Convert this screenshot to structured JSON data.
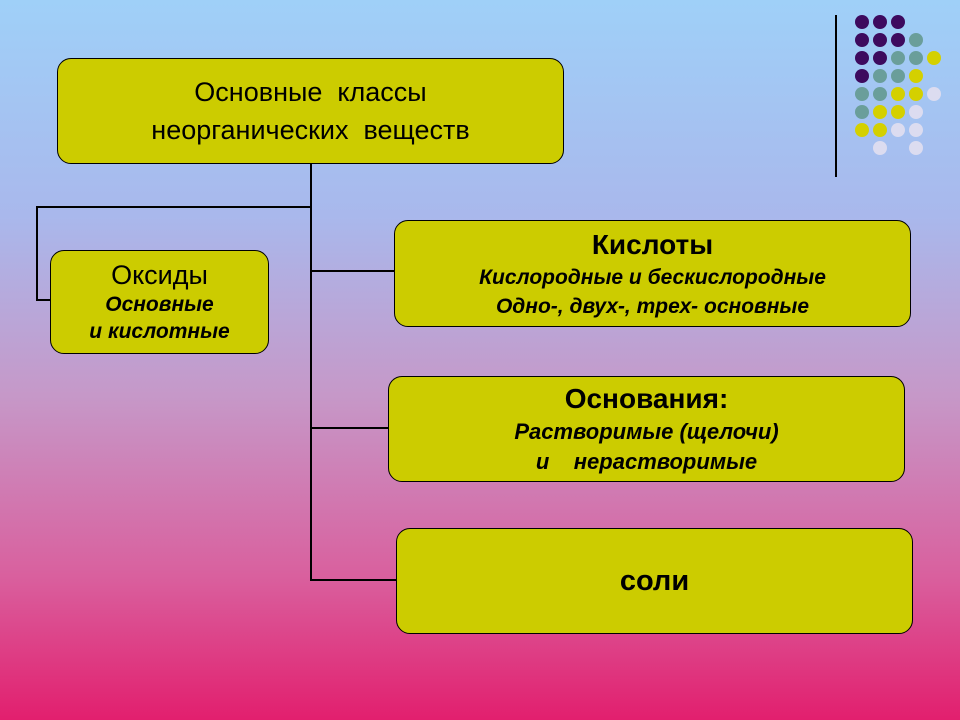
{
  "root": {
    "line1": "Основные  классы",
    "line2": "неорганических  веществ"
  },
  "oxides": {
    "title": "Оксиды",
    "line1": "Основные",
    "line2": "и кислотные"
  },
  "acids": {
    "title": "Кислоты",
    "line1": "Кислородные и бескислородные",
    "line2": "Одно-, двух-, трех- основные"
  },
  "bases": {
    "title": "Основания:",
    "line1": "Растворимые (щелочи)",
    "line2": "и    нерастворимые"
  },
  "salts": {
    "title": "соли"
  },
  "colors": {
    "box": "#cccc00",
    "purple": "#3d0a5e",
    "teal": "#6a9e9a",
    "yellow": "#d4d000",
    "lavender": "#dcdcf0"
  }
}
